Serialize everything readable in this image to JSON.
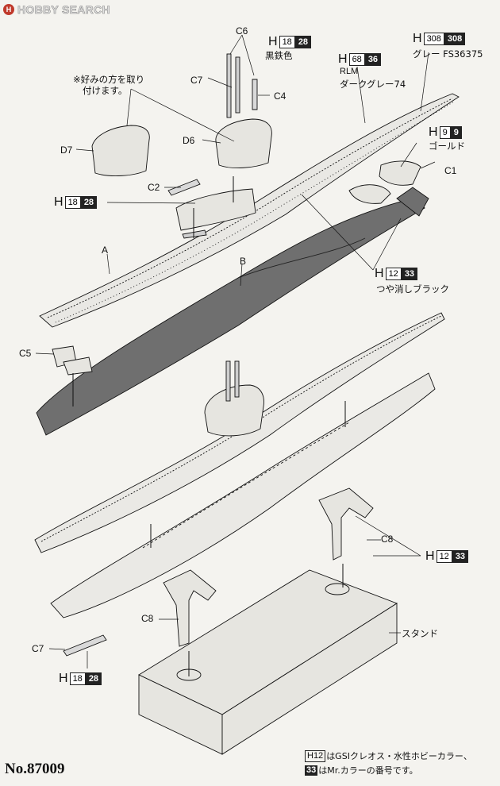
{
  "watermark": {
    "brand": "HOBBY SEARCH"
  },
  "product_no": "No.87009",
  "parts": {
    "C6": "C6",
    "C7_top": "C7",
    "C4": "C4",
    "D6": "D6",
    "D7": "D7",
    "C2": "C2",
    "A": "A",
    "B": "B",
    "C1": "C1",
    "C5": "C5",
    "C8_right": "C8",
    "C8_left": "C8",
    "C7_bottom": "C7"
  },
  "labels": {
    "kurotetsu": "黒鉄色",
    "optional_note_line1": "※好みの方を取り",
    "optional_note_line2": "付けます。",
    "rlm": "RLM",
    "rlm_name": "ダークグレー74",
    "grey_fs": "グレー FS36375",
    "gold": "ゴールド",
    "flat_black": "つや消しブラック",
    "stand": "スタンド"
  },
  "codes": {
    "gunmetal_1": {
      "h": "H",
      "gsi": "18",
      "mr": "28"
    },
    "gunmetal_2": {
      "h": "H",
      "gsi": "18",
      "mr": "28"
    },
    "gunmetal_3": {
      "h": "H",
      "gsi": "18",
      "mr": "28"
    },
    "rlm74": {
      "h": "H",
      "gsi": "68",
      "mr": "36"
    },
    "fs36375": {
      "h": "H",
      "gsi": "308",
      "mr": "308"
    },
    "gold": {
      "h": "H",
      "gsi": "9",
      "mr": "9"
    },
    "flat_black": {
      "h": "H",
      "gsi": "12",
      "mr": "33"
    },
    "stand_black": {
      "h": "H",
      "gsi": "12",
      "mr": "33"
    }
  },
  "footnote": {
    "line1_box": "H12",
    "line1_text": "はGSIクレオス・水性ホビーカラー、",
    "line2_box": "33",
    "line2_text": "はMr.カラーの番号です。"
  },
  "colors": {
    "ink": "#111111",
    "hull_dark": "#6f6f6f",
    "paper": "#f4f3ef",
    "brand_red": "#c0392b"
  }
}
